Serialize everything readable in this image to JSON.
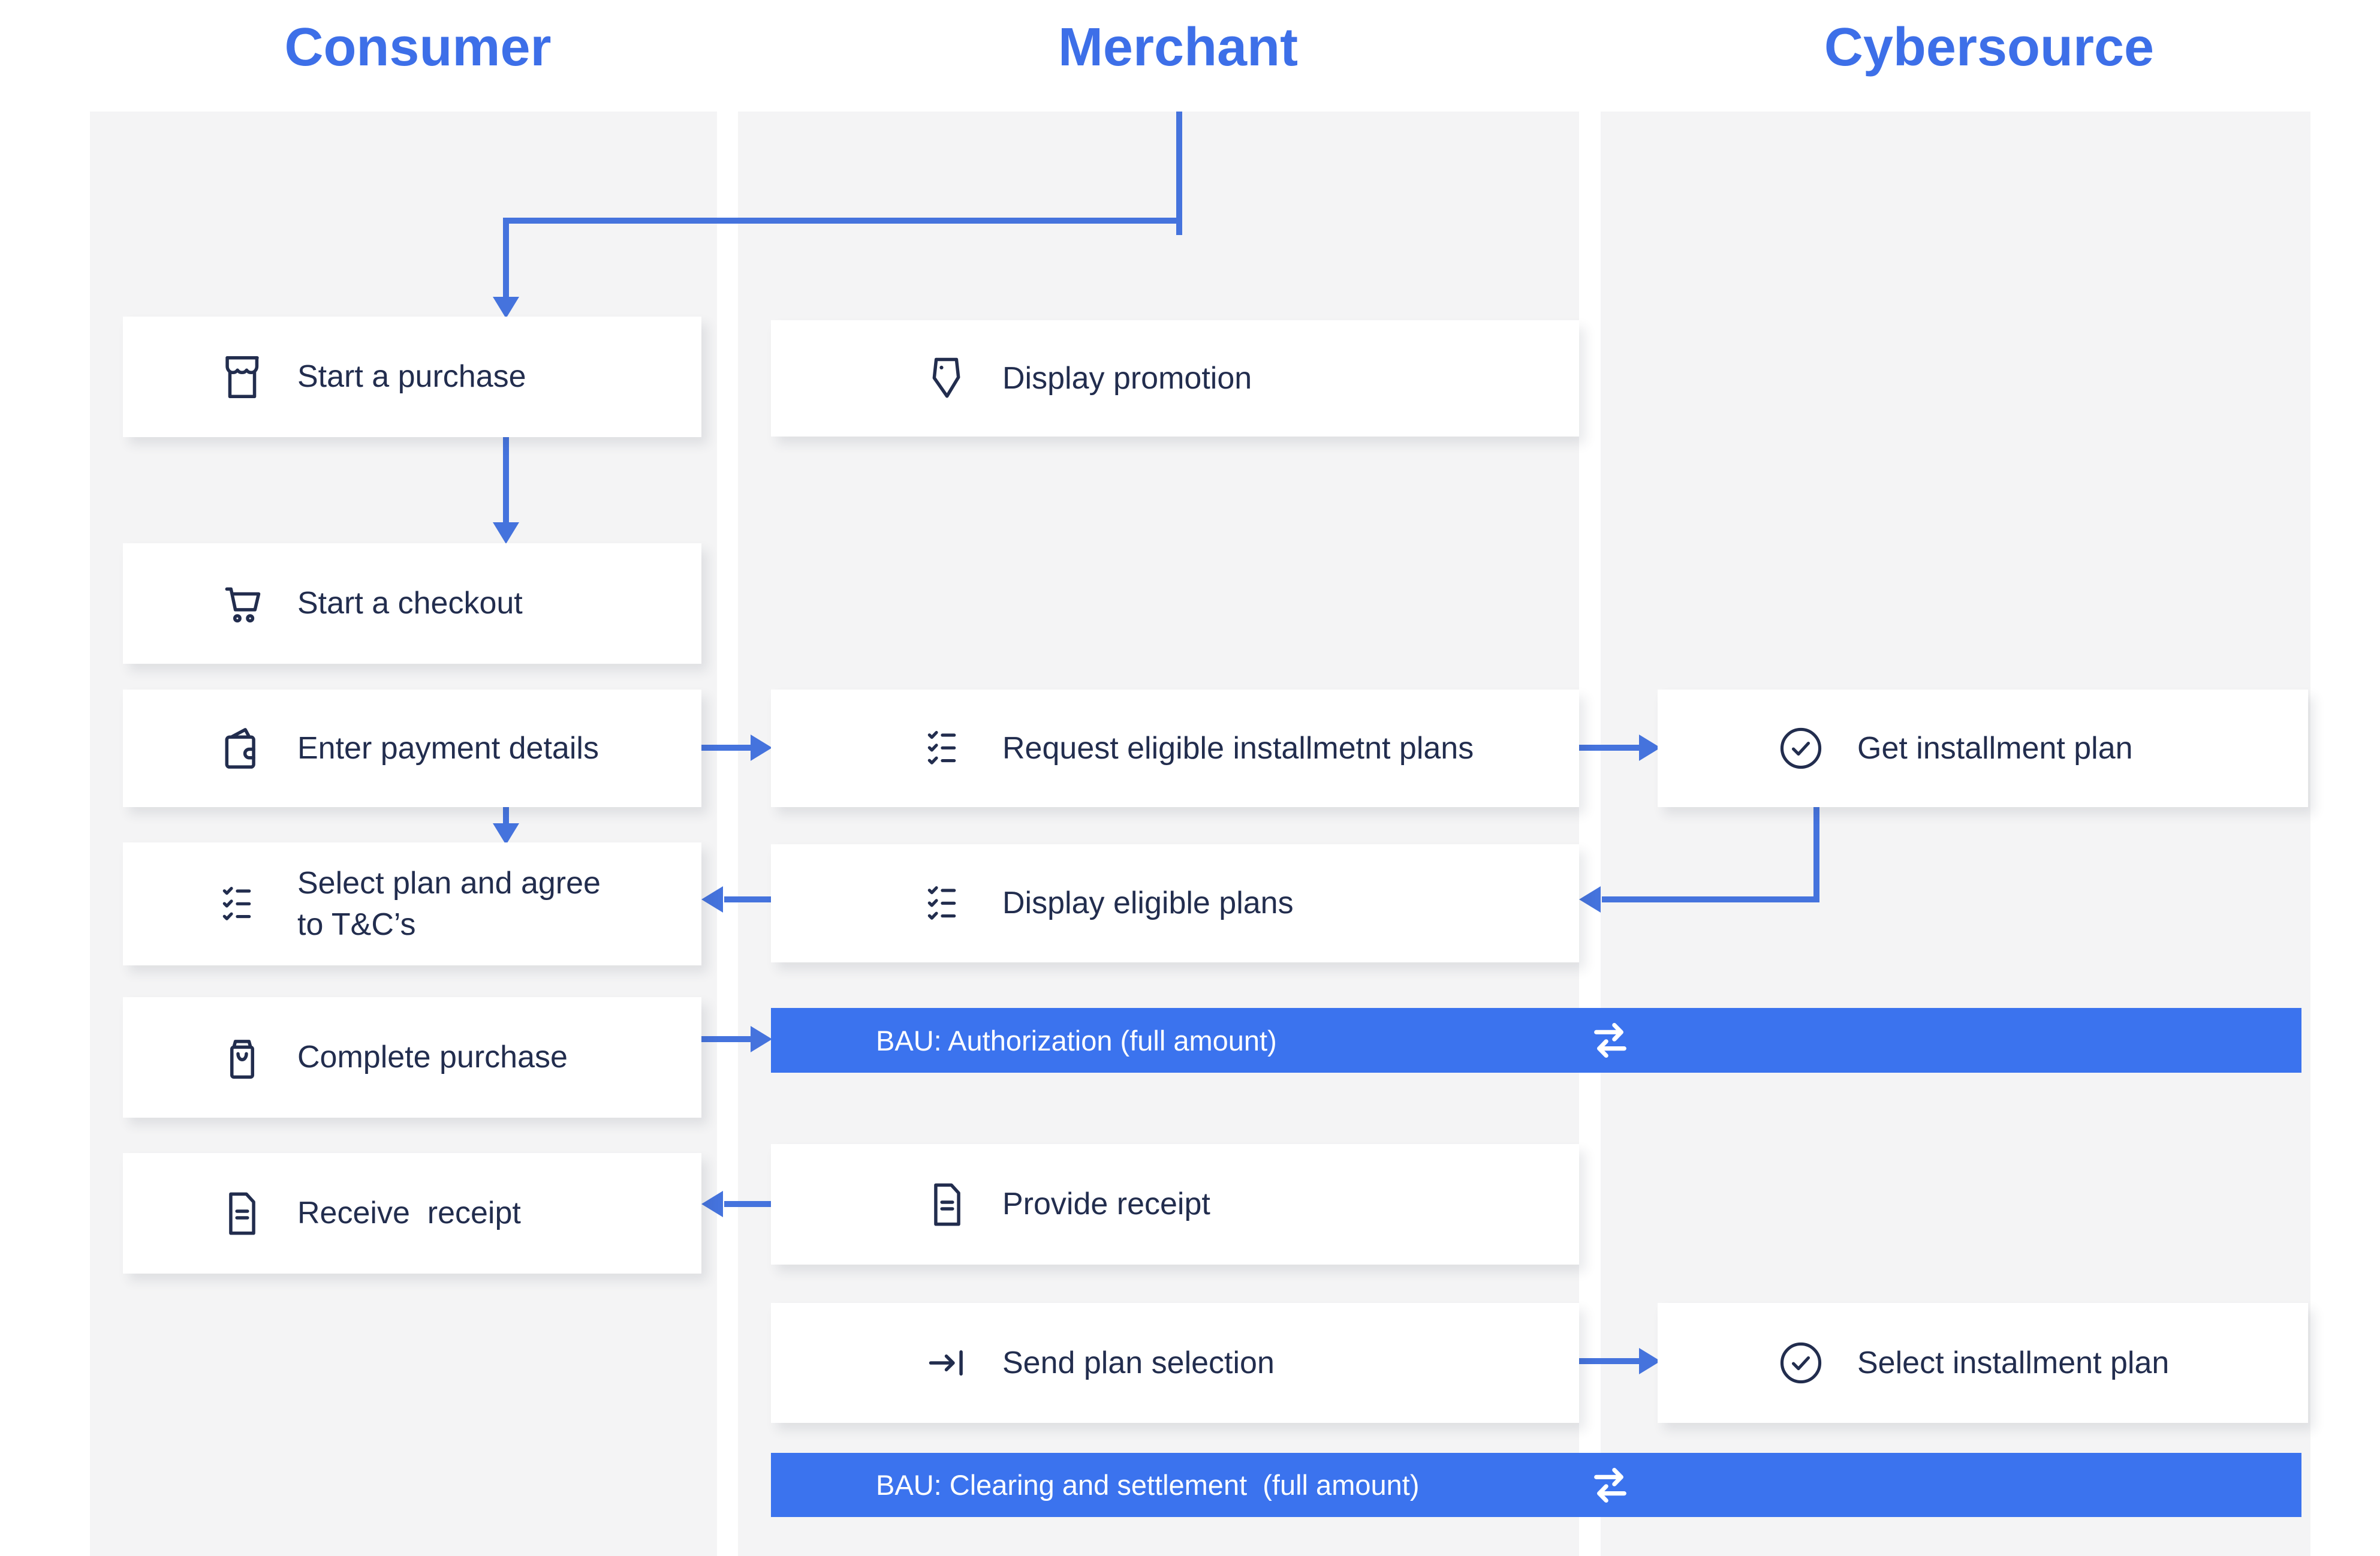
{
  "colors": {
    "header_blue": "#3D6FE8",
    "bar_blue": "#3B73EE",
    "arrow_blue": "#4573DD",
    "text_navy": "#222D4E",
    "panel_gray": "#F4F4F5",
    "box_white": "#FFFFFF"
  },
  "columns": [
    {
      "title": "Consumer"
    },
    {
      "title": "Merchant"
    },
    {
      "title": "Cybersource"
    }
  ],
  "consumer": {
    "boxes": [
      {
        "label": "Start a purchase",
        "icon": "storefront-icon"
      },
      {
        "label": "Start a checkout",
        "icon": "cart-icon"
      },
      {
        "label": "Enter payment details",
        "icon": "wallet-icon"
      },
      {
        "label": "Select plan and agree\nto T&C’s",
        "icon": "checklist-icon"
      },
      {
        "label": "Complete purchase",
        "icon": "shopping-bag-icon"
      },
      {
        "label": "Receive  receipt",
        "icon": "receipt-document-icon"
      }
    ]
  },
  "merchant": {
    "boxes": [
      {
        "label": "Display promotion",
        "icon": "tag-icon"
      },
      {
        "label": "Request eligible installmetnt plans",
        "icon": "checklist-icon"
      },
      {
        "label": "Display eligible plans",
        "icon": "checklist-icon"
      },
      {
        "label": "Provide receipt",
        "icon": "receipt-document-icon"
      },
      {
        "label": "Send plan selection",
        "icon": "arrow-to-bar-icon"
      }
    ]
  },
  "cybersource": {
    "boxes": [
      {
        "label": "Get installment plan",
        "icon": "check-circle-icon"
      },
      {
        "label": "Select installment plan",
        "icon": "check-circle-icon"
      }
    ]
  },
  "bars": [
    {
      "label": "BAU: Authorization (full amount)",
      "icon": "transfer-arrows-icon"
    },
    {
      "label": "BAU: Clearing and settlement  (full amount)",
      "icon": "transfer-arrows-icon"
    }
  ]
}
